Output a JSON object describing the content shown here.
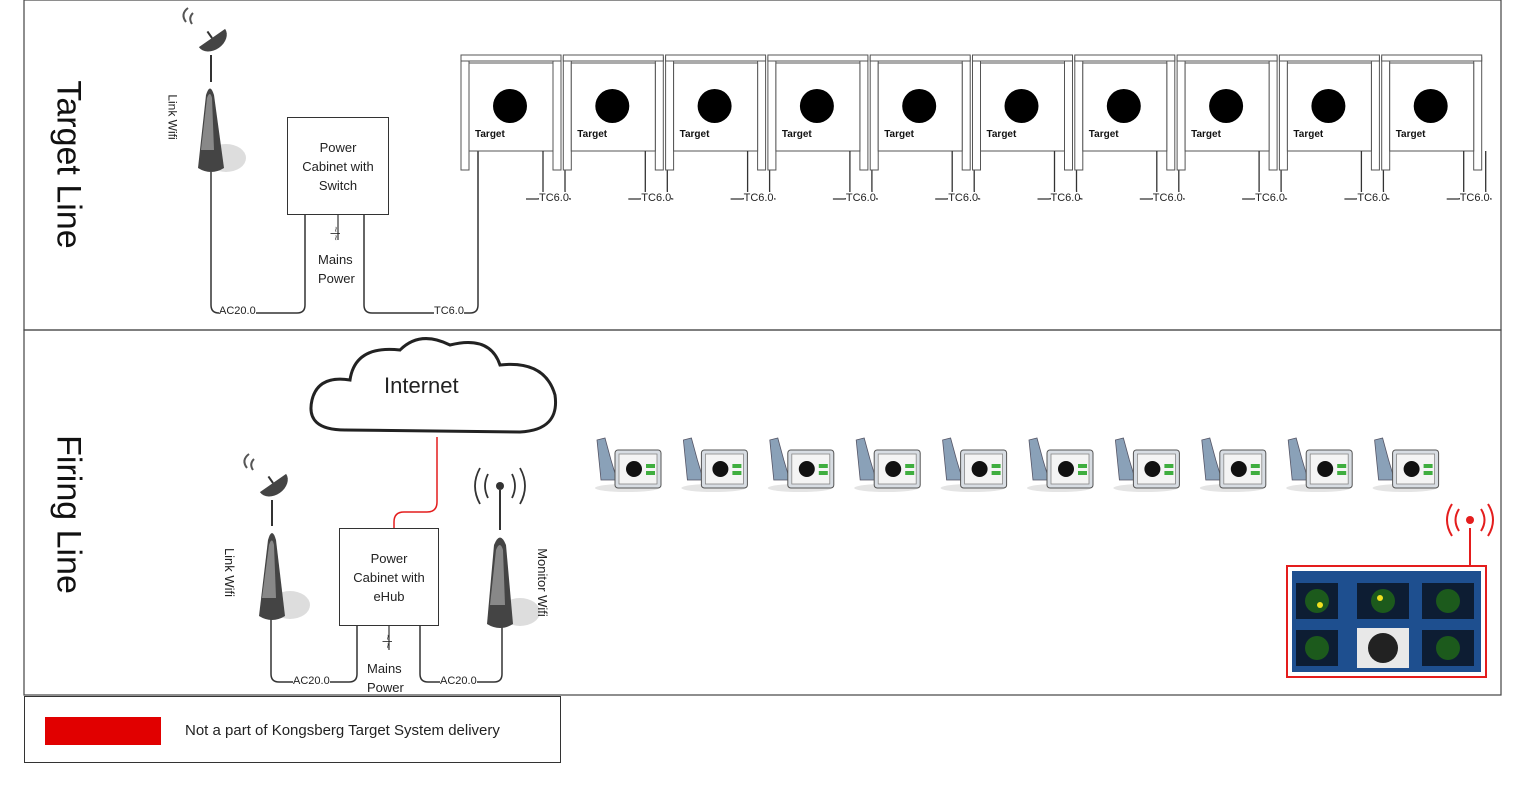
{
  "sections": {
    "target_line": "Target Line",
    "firing_line": "Firing Line"
  },
  "target_line": {
    "link_wifi": "Link Wifi",
    "power_cabinet": [
      "Power",
      "Cabinet with",
      "Switch"
    ],
    "mains_symbol": "~|~",
    "mains_power": [
      "Mains",
      "Power"
    ],
    "cable_ac": "AC20.0",
    "cable_tc_main": "TC6.0",
    "target_label": "Target",
    "tc_label": "TC6.0",
    "target_count": 10
  },
  "firing_line": {
    "internet": "Internet",
    "link_wifi": "Link Wifi",
    "monitor_wifi": "Monitor Wifi",
    "power_cabinet": [
      "Power",
      "Cabinet with",
      "eHub"
    ],
    "mains_power": [
      "Mains",
      "Power"
    ],
    "cable_ac_left": "AC20.0",
    "cable_ac_right": "AC20.0",
    "firing_point_count": 10
  },
  "legend": {
    "text": "Not a part of Kongsberg Target System delivery",
    "color": "#e10000"
  }
}
